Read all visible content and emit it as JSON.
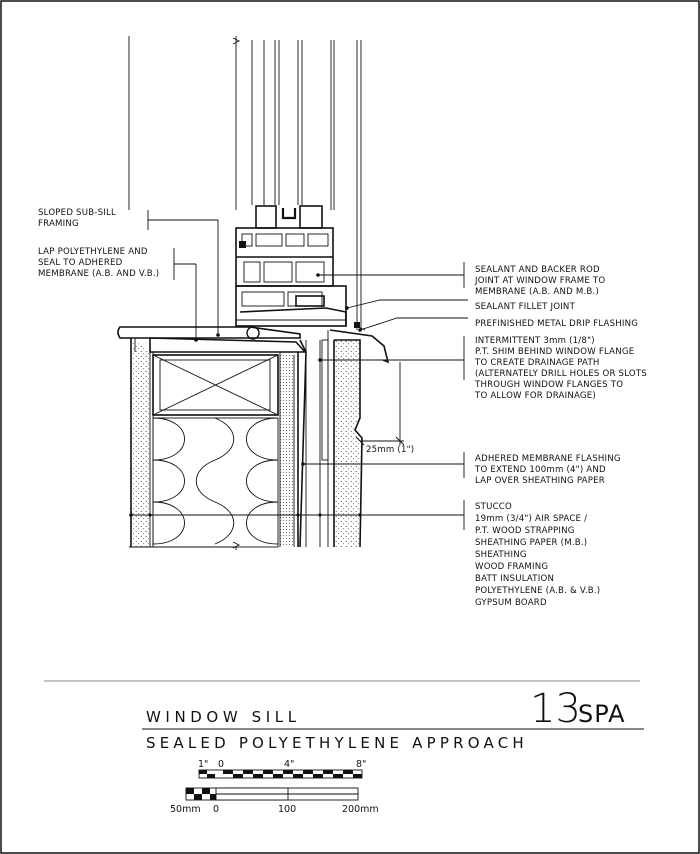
{
  "labels": {
    "sub_sill": [
      "SLOPED SUB-SILL",
      "FRAMING"
    ],
    "lap_poly": [
      "LAP POLYETHYLENE AND",
      "SEAL TO ADHERED",
      "MEMBRANE (A.B. AND V.B.)"
    ],
    "sealant_backer": [
      "SEALANT AND BACKER ROD",
      "JOINT AT WINDOW FRAME TO",
      "MEMBRANE (A.B. AND M.B.)"
    ],
    "sealant_fillet": "SEALANT FILLET JOINT",
    "drip_flashing": "PREFINISHED METAL DRIP FLASHING",
    "shim": [
      "INTERMITTENT 3mm (1/8\")",
      "P.T. SHIM BEHIND WINDOW FLANGE",
      "TO CREATE DRAINAGE PATH",
      "(ALTERNATELY DRILL HOLES OR SLOTS",
      "THROUGH WINDOW FLANGES TO",
      "TO ALLOW FOR DRAINAGE)"
    ],
    "dimension": "25mm (1\")",
    "membrane": [
      "ADHERED MEMBRANE FLASHING",
      "TO EXTEND 100mm (4\") AND",
      "LAP OVER SHEATHING PAPER"
    ],
    "wall_layers": [
      "STUCCO",
      "19mm (3/4\") AIR SPACE /",
      "P.T. WOOD STRAPPING",
      "SHEATHING PAPER (M.B.)",
      "SHEATHING",
      "WOOD FRAMING",
      "BATT INSULATION",
      "POLYETHYLENE (A.B. & V.B.)",
      "GYPSUM BOARD"
    ]
  },
  "title": {
    "main": "WINDOW SILL",
    "sub": "SEALED POLYETHYLENE APPROACH",
    "detail_number": "13",
    "detail_code": "SPA"
  },
  "scale": {
    "imperial": [
      "1\"",
      "0",
      "4\"",
      "8\""
    ],
    "metric": [
      "50mm",
      "0",
      "100",
      "200mm"
    ]
  }
}
